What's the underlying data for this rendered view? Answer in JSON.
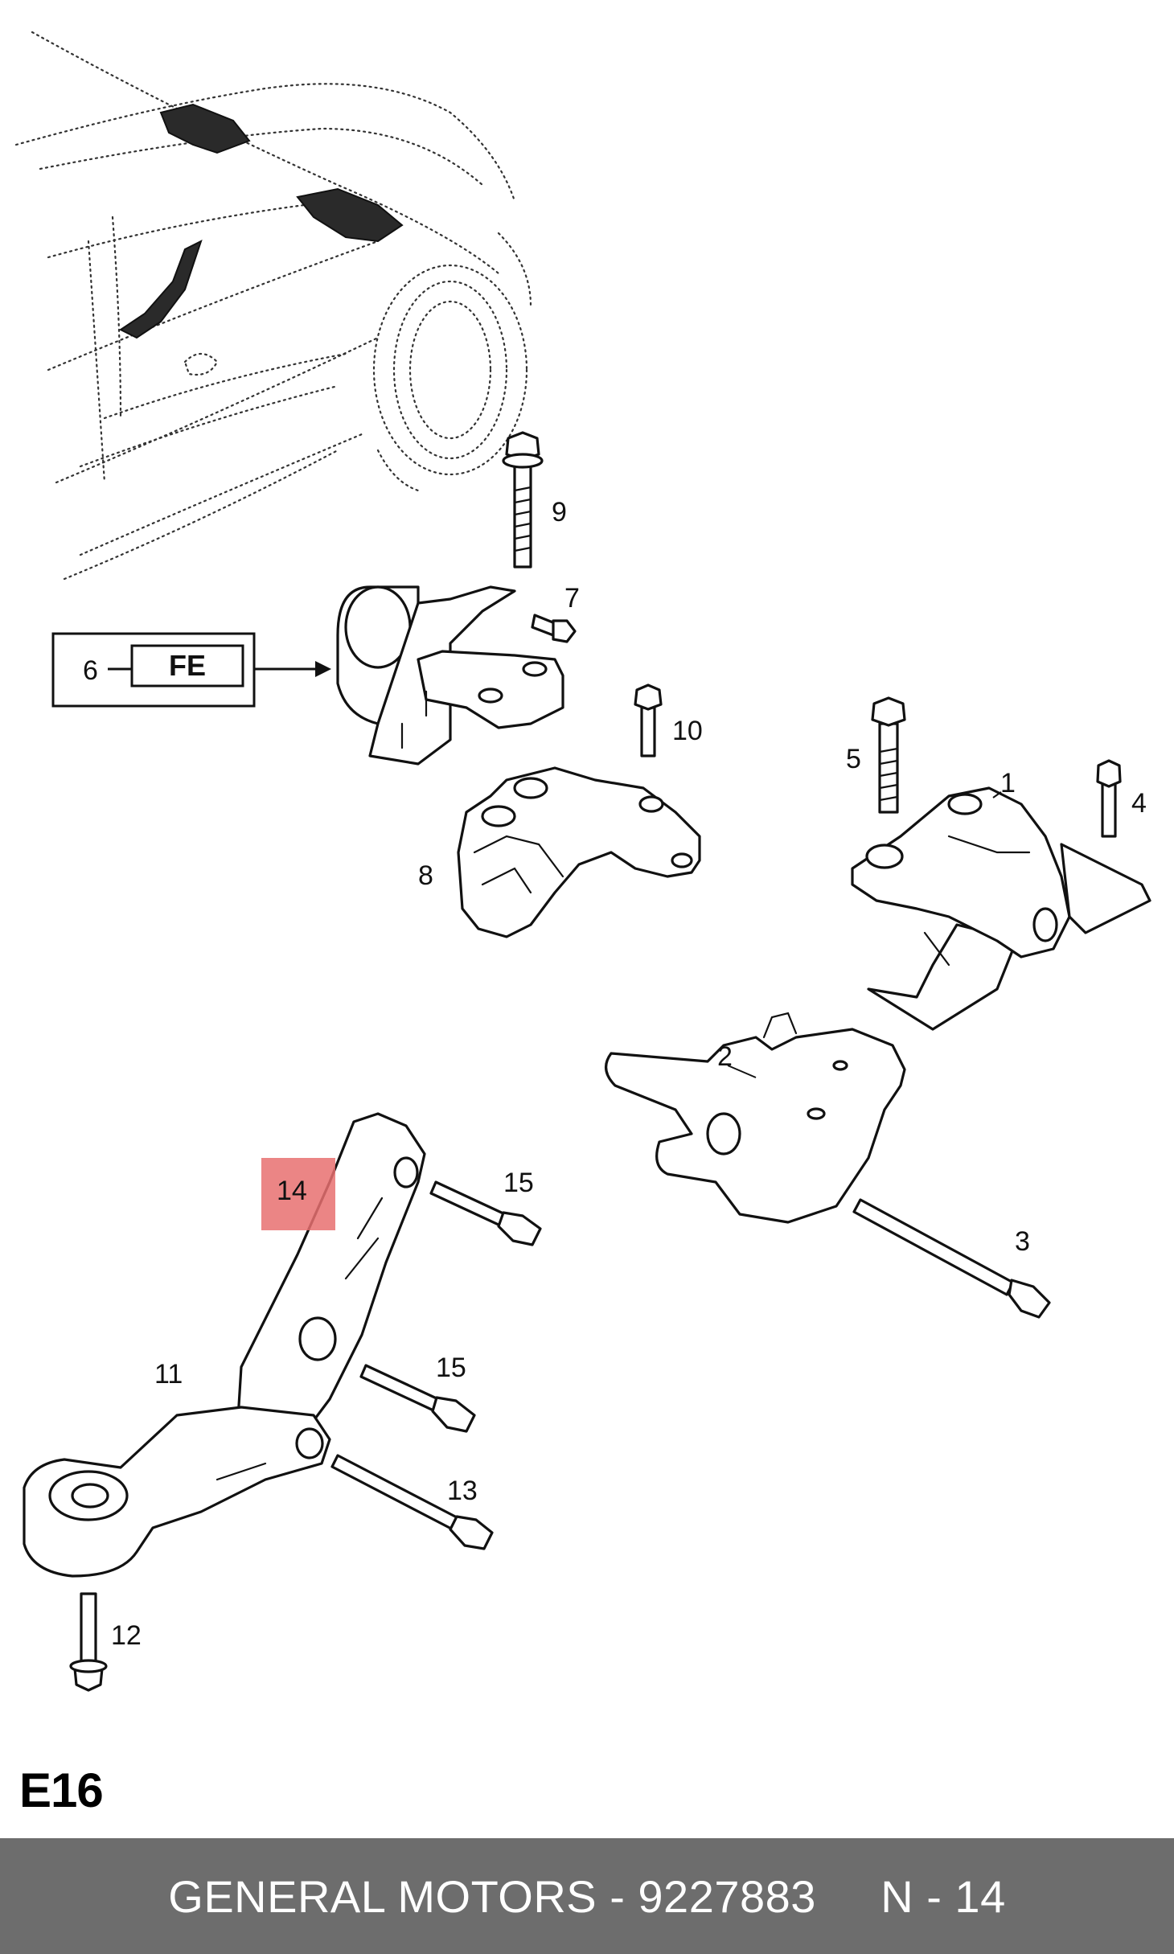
{
  "callouts": {
    "c1": "1",
    "c2": "2",
    "c3": "3",
    "c4": "4",
    "c5": "5",
    "c6": "6",
    "c7": "7",
    "c8": "8",
    "c9": "9",
    "c10": "10",
    "c11": "11",
    "c12": "12",
    "c13": "13",
    "c14": "14",
    "c15a": "15",
    "c15b": "15"
  },
  "fe_box": {
    "label": "FE"
  },
  "highlight_color": "#e87070",
  "diagram_code": "E16",
  "footer": {
    "text": "GENERAL MOTORS - 9227883     N - 14",
    "background": "#6d6d6d"
  }
}
